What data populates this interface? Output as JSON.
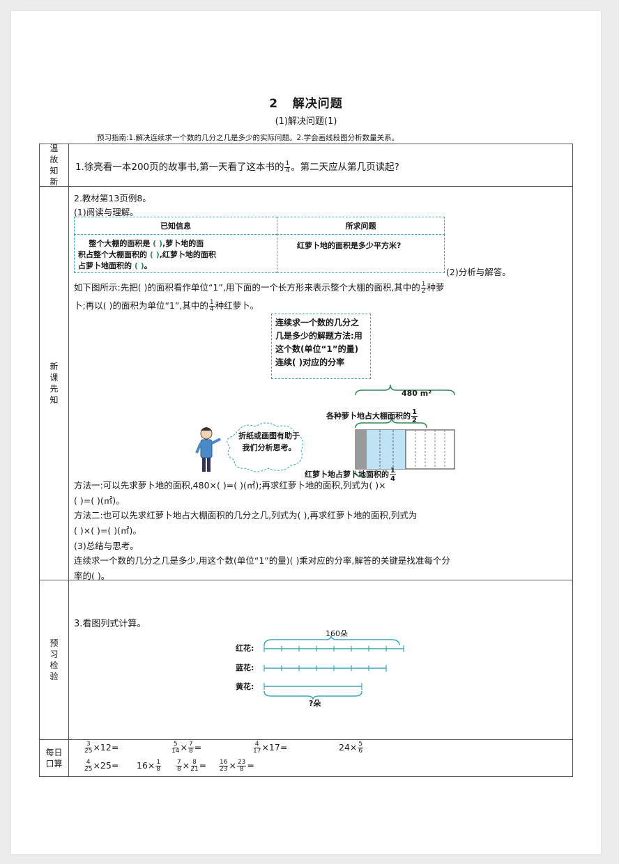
{
  "header": {
    "number": "2",
    "title": "解决问题",
    "subtitle": "(1)解决问题(1)",
    "guide": "预习指南:1.解决连续求一个数的几分之几是多少的实际问题。2.学会画线段图分析数量关系。"
  },
  "sections": {
    "review": "温故知新",
    "new": "新课先知",
    "check": "预习检验",
    "daily": "每日口算"
  },
  "review": {
    "q1_before": "1.徐亮看一本200页的故事书,第一天看了这本书的",
    "q1_num": "1",
    "q1_den": "4",
    "q1_after": "。第二天应从第几页读起?"
  },
  "newlesson": {
    "q2": "2.教材第13页例8。",
    "read": "(1)阅读与理解。",
    "known_header": "已知信息",
    "ask_header": "所求问题",
    "known_1a": "整个大棚的面积是",
    "known_1b": ",萝卜地的面",
    "known_2a": "积占整个大棚面积的",
    "known_2b": ",红萝卜地的面积",
    "known_3": "占萝卜地面积的",
    "blank": "(      )",
    "ask": "红萝卜地的面积是多少平方米?",
    "analyze": "(2)分析与解答。",
    "para1_a": "如下图所示:先把(            )的面积看作单位“1”,用下面的一个长方形来表示整个大棚的面积,其中的",
    "para1_n": "1",
    "para1_d": "2",
    "para1_b": "种萝",
    "para2_a": "卜;再以(          )的面积为单位“1”,其中的",
    "para2_n": "1",
    "para2_d": "4",
    "para2_b": "种红萝卜。",
    "tip": "连续求一个数的几分之几是多少的解题方法:用这个数(单位“1”的量)连续(    )对应的分率",
    "bubble": "折纸或画图有助于我们分析思考。",
    "diagram_total": "480 m²",
    "diagram_top_label": "各种萝卜地占大棚面积的",
    "diagram_top_n": "1",
    "diagram_top_d": "2",
    "diagram_bottom_label": "红萝卜地占萝卜地面积的",
    "diagram_bottom_n": "1",
    "diagram_bottom_d": "4",
    "method1_a": "方法一:可以先求萝卜地的面积,480×(        )=(        )(㎡);再求红萝卜地的面积,列式为(        )×",
    "method1_b": "(        )=(        )(㎡)。",
    "method2_a": "方法二:也可以先求红萝卜地占大棚面积的几分之几,列式为(                    ),再求红萝卜地的面积,列式为",
    "method2_b": "(        )×(        )=(        )(㎡)。",
    "summary": "(3)总结与思考。",
    "summary_a": "连续求一个数的几分之几是多少,用这个数(单位“1”的量)(          )乘对应的分率,解答的关键是找准每个分",
    "summary_b": "率的(            )。"
  },
  "check": {
    "q3": "3.看图列式计算。",
    "total": "160朵",
    "red": "红花:",
    "blue": "蓝花:",
    "yellow": "黄花:",
    "unknown": "?朵"
  },
  "daily": {
    "row1": [
      {
        "n": "3",
        "d": "25",
        "rest": "×12="
      },
      {
        "n": "5",
        "d": "14",
        "mid": "×",
        "n2": "7",
        "d2": "8",
        "rest": "="
      },
      {
        "n": "4",
        "d": "17",
        "rest": "×17="
      },
      {
        "pre": "24×",
        "n": "5",
        "d": "6",
        "rest": ""
      }
    ],
    "row2": [
      {
        "n": "4",
        "d": "25",
        "rest": "×25="
      },
      {
        "pre": "16×",
        "n": "1",
        "d": "8",
        "rest": ""
      },
      {
        "n": "7",
        "d": "8",
        "mid": "×",
        "n2": "8",
        "d2": "21",
        "rest": "="
      },
      {
        "n": "16",
        "d": "23",
        "mid": "×",
        "n2": "23",
        "d2": "8",
        "rest": "="
      }
    ]
  }
}
